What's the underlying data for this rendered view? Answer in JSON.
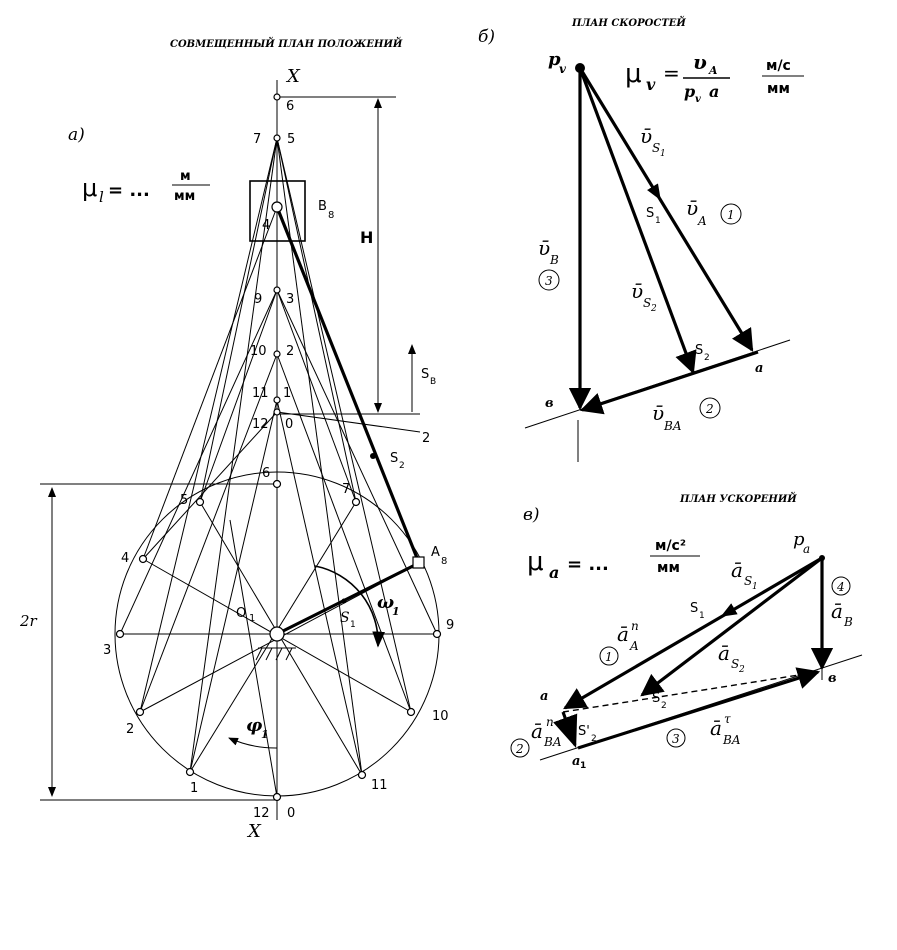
{
  "headers": {
    "positions_plan": "СОВМЕЩЕННЫЙ ПЛАН ПОЛОЖЕНИЙ",
    "velocity_plan": "ПЛАН СКОРОСТЕЙ",
    "acceleration_plan": "ПЛАН УСКОРЕНИЙ"
  },
  "panel_letters": {
    "a": "а)",
    "b": "б)",
    "v": "в)"
  },
  "positions": {
    "axis_top": "X",
    "axis_bottom": "X",
    "scale_mu": "μ",
    "scale_sub": "l",
    "scale_eq": "= ...",
    "scale_num": "м",
    "scale_den": "мм",
    "stroke_label": "H",
    "slider_label": "B",
    "slider_index": "8",
    "crank_label": "A",
    "crank_index": "8",
    "center_label": "O",
    "center_index": "1",
    "two_r": "2r",
    "sb_label": "S",
    "sb_sub": "B",
    "s1": "S",
    "s1_sub": "1",
    "s2": "S",
    "s2_sub": "2",
    "omega": "ω",
    "omega_sub": "1",
    "phi": "φ",
    "phi_sub": "1",
    "crank_points": [
      "0",
      "1",
      "2",
      "3",
      "4",
      "5",
      "6",
      "7",
      "8",
      "9",
      "10",
      "11",
      "12"
    ],
    "slider_points": [
      {
        "left": "",
        "right": "6"
      },
      {
        "left": "7",
        "right": "5"
      },
      {
        "left": "4",
        "right": ""
      },
      {
        "left": "9",
        "right": "3"
      },
      {
        "left": "10",
        "right": "2"
      },
      {
        "left": "11",
        "right": "1"
      },
      {
        "left": "12",
        "right": "0"
      }
    ],
    "stroke_end_label": "2",
    "bottom_12": "12",
    "bottom_0": "0"
  },
  "velocity": {
    "pole": "p",
    "pole_sub": "v",
    "mu": "μ",
    "mu_sub": "v",
    "eq": "=",
    "frac_num": "υ",
    "frac_num_sub": "A",
    "frac_den": "p",
    "frac_den_sub": "v",
    "frac_den_tail": "a",
    "unit_num": "м/с",
    "unit_den": "мм",
    "vS1": "ῡ",
    "vS1_sub": "S",
    "vS1_subsub": "1",
    "vA": "ῡ",
    "vA_sub": "A",
    "vA_num": "1",
    "vB": "ῡ",
    "vB_sub": "B",
    "vB_num": "3",
    "vS2": "ῡ",
    "vS2_sub": "S",
    "vS2_subsub": "2",
    "vBA": "ῡ",
    "vBA_sub": "BA",
    "vBA_num": "2",
    "pt_s1": "S",
    "pt_s1_sub": "1",
    "pt_s2": "S",
    "pt_s2_sub": "2",
    "pt_a": "a",
    "pt_b": "в"
  },
  "acceleration": {
    "pole": "p",
    "pole_sub": "a",
    "mu": "μ",
    "mu_sub": "a",
    "eq": "= ...",
    "unit_num": "м/с²",
    "unit_den": "мм",
    "aS1": "ā",
    "aS1_sub": "S",
    "aS1_subsub": "1",
    "aB": "ā",
    "aB_sub": "B",
    "aB_num": "4",
    "aAn": "ā",
    "aAn_sub": "A",
    "aAn_sup": "n",
    "aAn_num": "1",
    "aS2": "ā",
    "aS2_sub": "S",
    "aS2_subsub": "2",
    "aBAt": "ā",
    "aBAt_sub": "BA",
    "aBAt_sup": "τ",
    "aBAt_num": "3",
    "aBAn": "ā",
    "aBAn_sub": "BA",
    "aBAn_sup": "n",
    "aBAn_num": "2",
    "pt_s1": "S",
    "pt_s1_sub": "1",
    "pt_s2": "S",
    "pt_s2_sub": "2",
    "pt_s2p": "S'",
    "pt_s2p_sub": "2",
    "pt_a": "a",
    "pt_a1": "a",
    "pt_a1_sub": "1",
    "pt_b": "в"
  }
}
